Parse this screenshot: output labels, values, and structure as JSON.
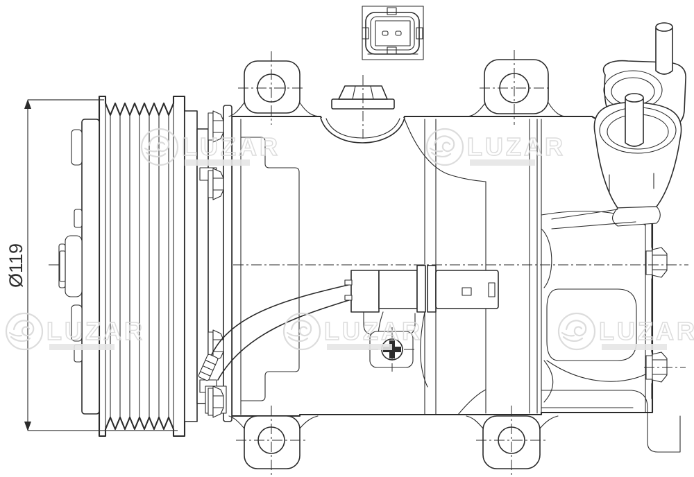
{
  "drawing": {
    "kind": "technical-line-drawing",
    "subject": "ac-compressor-side-view"
  },
  "dimension": {
    "label": "Ø119"
  },
  "watermark": {
    "brand": "LUZAR",
    "logo_icon": "dragon-roundel-icon",
    "color": "#d9d9d9"
  },
  "colors": {
    "line": "#2b2b2b",
    "background": "#ffffff",
    "centerline": "#2b2b2b"
  }
}
